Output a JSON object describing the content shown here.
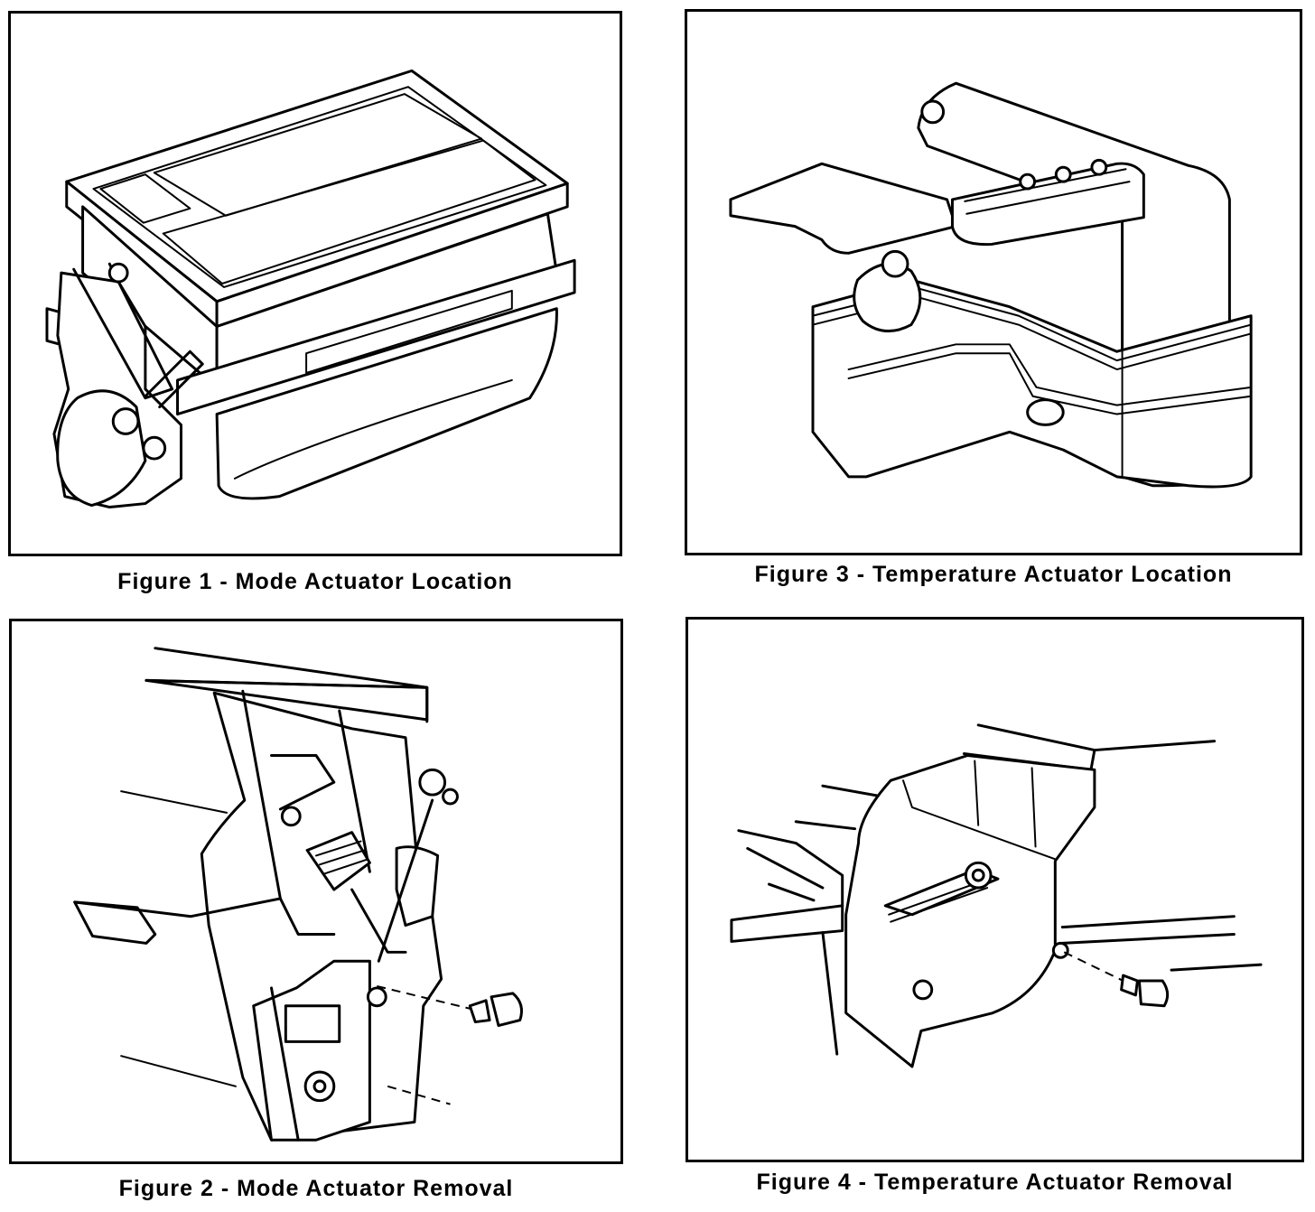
{
  "figures": [
    {
      "id": "figure-1",
      "caption": "Figure 1 - Mode Actuator Location"
    },
    {
      "id": "figure-2",
      "caption": "Figure 2 - Mode Actuator Removal"
    },
    {
      "id": "figure-3",
      "caption": "Figure 3 - Temperature Actuator Location"
    },
    {
      "id": "figure-4",
      "caption": "Figure 4 - Temperature Actuator Removal"
    }
  ]
}
